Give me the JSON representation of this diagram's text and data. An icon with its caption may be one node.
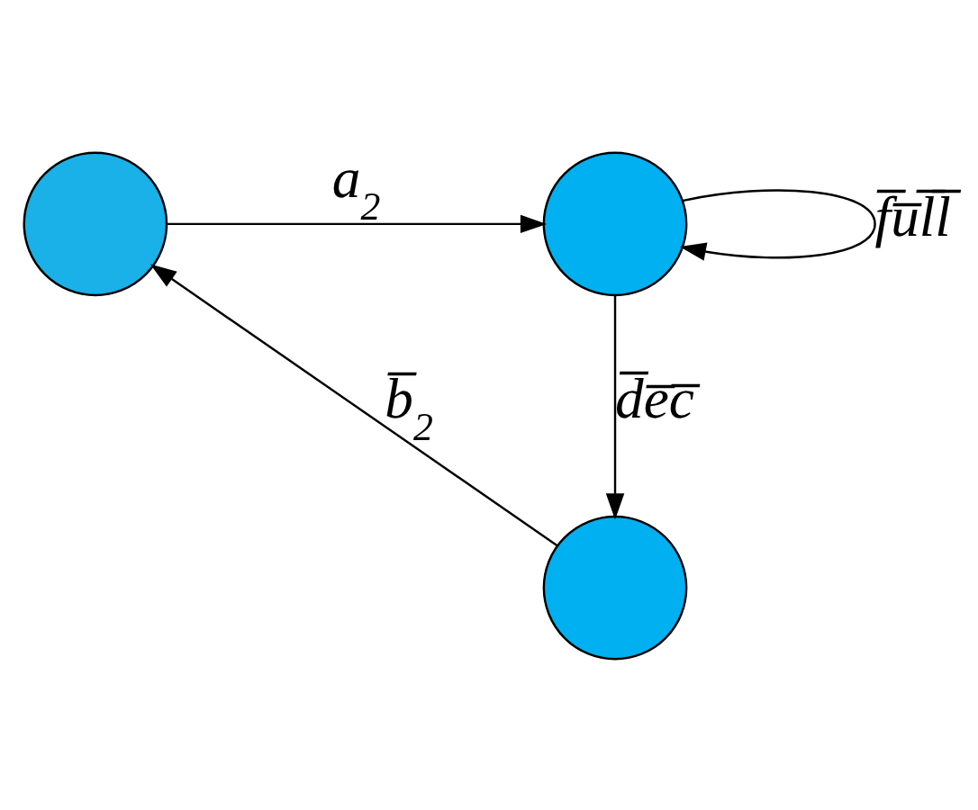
{
  "diagram": {
    "nodes": [
      {
        "text": [],
        "shape": "circle"
      },
      {
        "text": [],
        "shape": "circle"
      },
      {
        "text": [],
        "shape": "circle"
      }
    ],
    "edges": [
      {
        "from": 0,
        "to": 1,
        "arrow": "to",
        "label": "a$_{2}$"
      },
      {
        "from": 1,
        "to": 1,
        "arrow": "to",
        "label": "f̅u̅l̅l̅"
      },
      {
        "from": 1,
        "to": 2,
        "arrow": "to",
        "label": "d̅e̅c̅"
      },
      {
        "from": 2,
        "to": 0,
        "arrow": "to",
        "label": "b̅$_{2}$"
      }
    ]
  }
}
